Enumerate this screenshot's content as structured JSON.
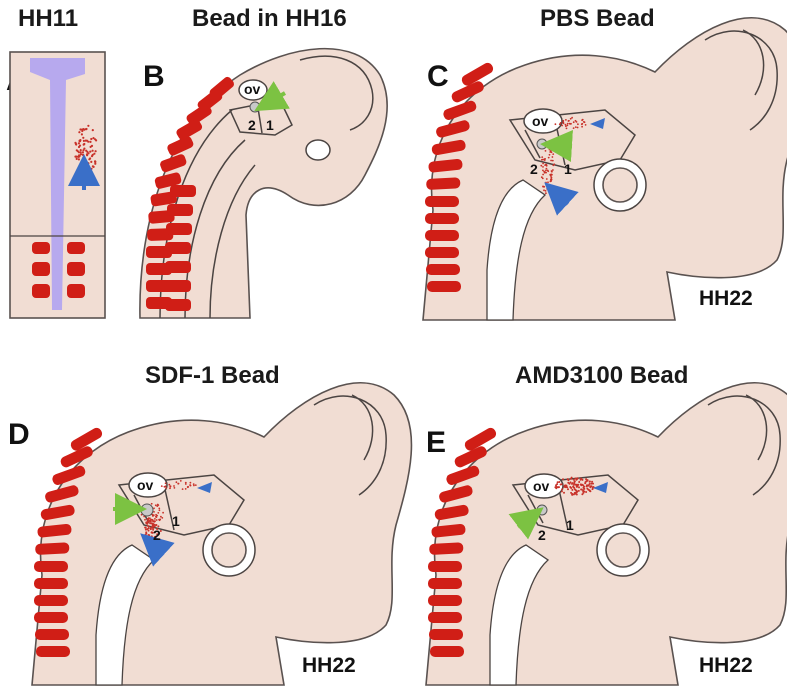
{
  "panels": {
    "A": {
      "letter": "A",
      "title": "HH11"
    },
    "B": {
      "letter": "B",
      "title": "Bead in HH16",
      "ov": "ov",
      "arch2": "2",
      "arch1": "1"
    },
    "C": {
      "letter": "C",
      "title": "PBS Bead",
      "ov": "ov",
      "arch2": "2",
      "arch1": "1",
      "stage": "HH22"
    },
    "D": {
      "letter": "D",
      "title": "SDF-1 Bead",
      "ov": "ov",
      "arch2": "2",
      "arch1": "1",
      "stage": "HH22"
    },
    "E": {
      "letter": "E",
      "title": "AMD3100 Bead",
      "ov": "ov",
      "arch2": "2",
      "arch1": "1",
      "stage": "HH22"
    }
  },
  "colors": {
    "tissue": "#f1ddd3",
    "somite": "#d01e16",
    "neural_tube": "#b7a9ee",
    "bead_arrow": "#7cc242",
    "cell_arrow": "#3a6fc8",
    "cells": "#c8322a"
  },
  "icons": {
    "bead": "bead-icon",
    "green_arrow": "green-arrow-icon",
    "blue_arrow": "blue-arrow-icon",
    "blue_arrowhead": "blue-arrowhead-icon"
  }
}
